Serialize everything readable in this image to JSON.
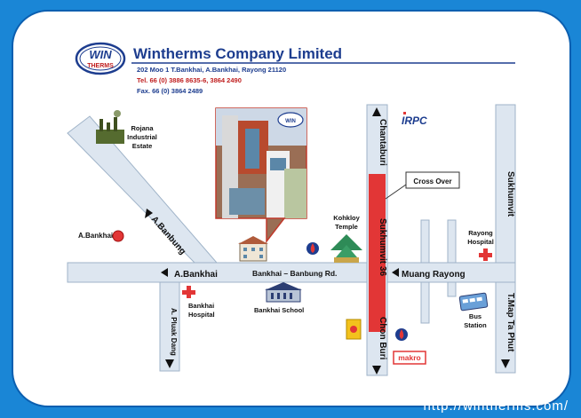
{
  "company": {
    "logo_line1": "WIN",
    "logo_line2": "THERMS",
    "name": "Wintherms Company Limited",
    "address": "202 Moo 1 T.Bankhai,  A.Bankhai,  Rayong 21120",
    "tel": "Tel. 66 (0) 3886 8635-6, 3864 2490",
    "fax": "Fax. 66 (0) 3864 2489"
  },
  "roads": {
    "chantaburi": "Chantaburi",
    "sukhumvit": "Sukhumvit",
    "sukhumvit36": "Sukhumvit 36",
    "chon_buri": "Chon Buri",
    "a_banbung": "A.Banbung",
    "a_bankhai_road": "A.Bankhai",
    "bankhai_banbung_rd": "Bankhai – Banbung Rd.",
    "muang_rayong": "Muang Rayong",
    "a_pluak_dang": "A. Pluak Dang",
    "t_map_ta_phut": "T.Map Ta Phut"
  },
  "places": {
    "rojana_1": "Rojana",
    "rojana_2": "Industrial",
    "rojana_3": "Estate",
    "a_bankhai_place": "A.Bankhai",
    "kohkloy_1": "Kohkloy",
    "kohkloy_2": "Temple",
    "rayong_hospital_1": "Rayong",
    "rayong_hospital_2": "Hospital",
    "bankhai_hospital_1": "Bankhai",
    "bankhai_hospital_2": "Hospital",
    "bankhai_school": "Bankhai School",
    "bus_station_1": "Bus",
    "bus_station_2": "Station",
    "cross_over": "Cross Over",
    "irpc": "IRPC",
    "makro": "makro"
  },
  "website": "http://wintherms.com/",
  "colors": {
    "background": "#1a86d6",
    "road": "#dde6f0",
    "highlight_road": "#e23636",
    "brand": "#1d3d8f"
  }
}
